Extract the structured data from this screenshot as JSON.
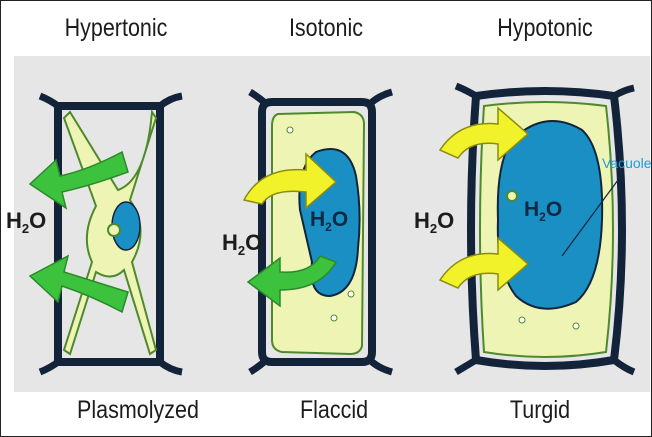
{
  "columns": [
    {
      "top_label": "Hypertonic",
      "bottom_label": "Plasmolyzed",
      "water_label": "H",
      "water_sub": "2",
      "water_tail": "O"
    },
    {
      "top_label": "Isotonic",
      "bottom_label": "Flaccid",
      "water_label": "H",
      "water_sub": "2",
      "water_tail": "O",
      "inner_label": "H",
      "inner_sub": "2",
      "inner_tail": "O"
    },
    {
      "top_label": "Hypotonic",
      "bottom_label": "Turgid",
      "water_label": "H",
      "water_sub": "2",
      "water_tail": "O",
      "inner_label": "H",
      "inner_sub": "2",
      "inner_tail": "O"
    }
  ],
  "callout": {
    "vacuole": "Vacuole"
  },
  "colors": {
    "cell_wall": "#13243a",
    "cytoplasm": "#eef5b4",
    "membrane": "#4e8a2c",
    "vacuole": "#1a8fc4",
    "arrow_green": "#3dc23d",
    "arrow_yellow": "#f1f22a",
    "callout_text": "#1e9fd6"
  }
}
